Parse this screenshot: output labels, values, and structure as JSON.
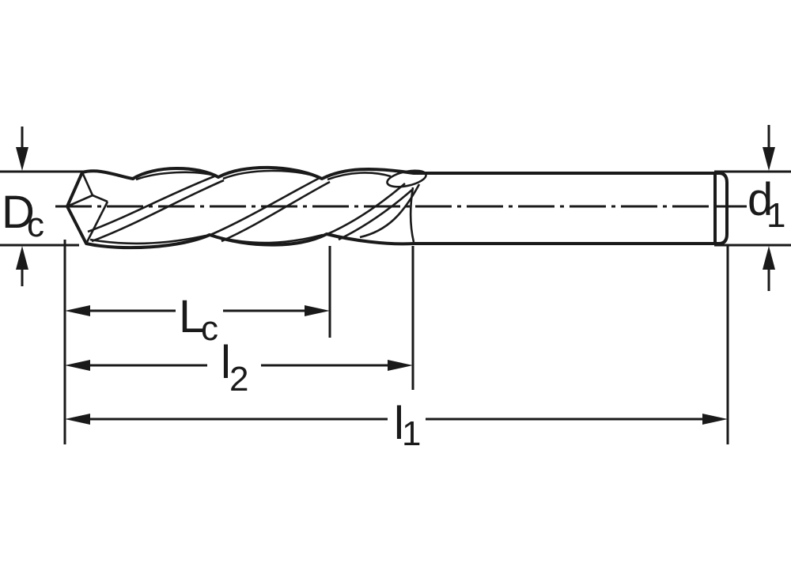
{
  "diagram": {
    "subject": "twist-drill-dimension-drawing",
    "labels": {
      "dc": {
        "main": "D",
        "sub": "c"
      },
      "d1": {
        "main": "d",
        "sub": "1"
      },
      "lc": {
        "main": "L",
        "sub": "c"
      },
      "l2": {
        "main": "l",
        "sub": "2"
      },
      "l1": {
        "main": "l",
        "sub": "1"
      }
    }
  },
  "colors": {
    "background": "#ffffff",
    "line": "#1a1a1a",
    "metal_fill": "#d2d2d2"
  }
}
